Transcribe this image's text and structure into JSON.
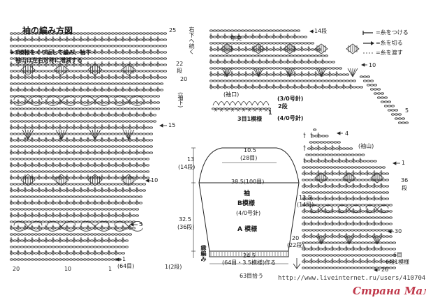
{
  "title": "袖の編み方図",
  "note_line1": "★1模様をくり返して編み、袖下・",
  "note_line2": "袖山は左右対称に増減する",
  "left_chart": {
    "right_labels": {
      "r25": "25",
      "r22": "22",
      "dan": "段",
      "r20": "20",
      "r15": "15",
      "r10": "10",
      "r5": "5",
      "r1": "1",
      "r1_sub": "(64目)"
    },
    "vertical_label_top": "右下へ続く",
    "vertical_label_mid": "(袖下)",
    "bottom_ticks": [
      "20",
      "10",
      "1"
    ]
  },
  "right_chart": {
    "rows_14": "14段",
    "center": "中央",
    "r10": "10",
    "r5": "5",
    "r4": "4",
    "r1": "1",
    "r36": "36",
    "r36_dan": "段",
    "r30": "30",
    "r6": "6目",
    "r6_rows": "6段1模様",
    "r26": "26",
    "sleeve_cap": "(袖山)"
  },
  "legend": {
    "attach": "=糸をつける",
    "cut": "=糸を切る",
    "pass": "=糸を渡す"
  },
  "cuff": {
    "label": "(袖口)",
    "needle1": "(3/0号針)",
    "r2": "2段",
    "r1": "1",
    "needle2": "(4/0号針)",
    "stitch": "3目1模様"
  },
  "schematic": {
    "top_width": "10.5",
    "top_sts": "(28目)",
    "left_13": "13",
    "left_13_rows": "(14段)",
    "width_38": "38.5(100目)",
    "name": "袖",
    "pattern_b": "B模様",
    "needle_4": "(4/0号針)",
    "side_12": "12.5",
    "side_12_rows": "(14段)",
    "left_32": "32.5",
    "left_32_rows": "(36段)",
    "pattern_a": "A 模様",
    "side_20": "20",
    "side_20_rows": "(22段)",
    "edging": "縁編み",
    "bottom_1": "1(2段)",
    "width_24": "24.5",
    "width_24_sub": "(64目・3.5模様)作る",
    "bottom_63": "63目拾う"
  },
  "watermark": {
    "url": "http://www.liveinternet.ru/users/4107042/",
    "logo": "Страна Мам"
  }
}
